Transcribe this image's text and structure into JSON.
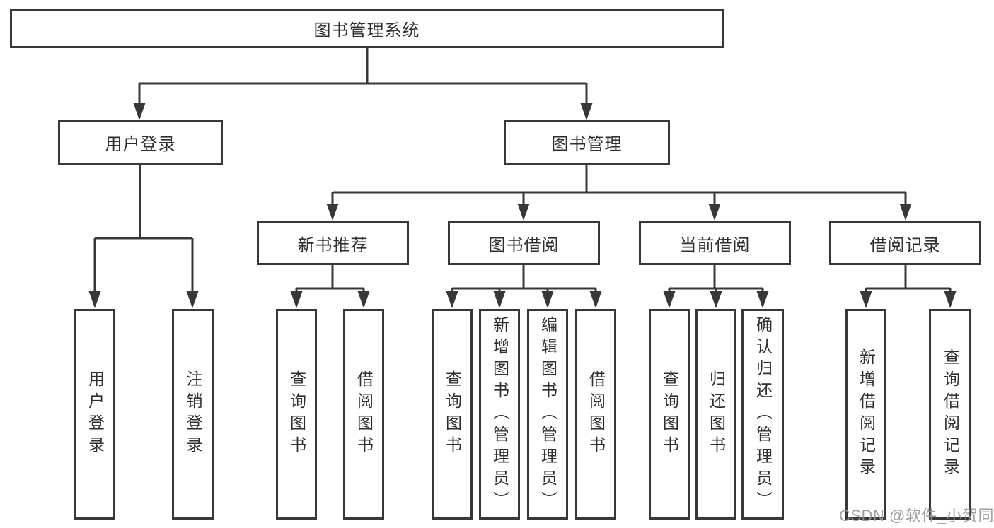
{
  "colors": {
    "line": "#383838",
    "text": "#2f2f2f",
    "box_background": "#ffffff",
    "page_background": "#ffffff",
    "watermark": "#969696"
  },
  "tree": {
    "root": {
      "label": "图书管理系统"
    },
    "level2": [
      {
        "label": "用户登录"
      },
      {
        "label": "图书管理"
      }
    ],
    "level3": [
      {
        "label": "新书推荐"
      },
      {
        "label": "图书借阅"
      },
      {
        "label": "当前借阅"
      },
      {
        "label": "借阅记录"
      }
    ],
    "leaves": {
      "user_login": [
        {
          "label": "用户登录"
        },
        {
          "label": "注销登录"
        }
      ],
      "new_book": [
        {
          "label": "查询图书"
        },
        {
          "label": "借阅图书"
        }
      ],
      "book_borrow": [
        {
          "label": "查询图书"
        },
        {
          "label": "新增图书（管理员）"
        },
        {
          "label": "编辑图书（管理员）"
        },
        {
          "label": "借阅图书"
        }
      ],
      "current_borrow": [
        {
          "label": "查询图书"
        },
        {
          "label": "归还图书"
        },
        {
          "label": "确认归还（管理员）"
        }
      ],
      "borrow_records": [
        {
          "label": "新增借阅记录"
        },
        {
          "label": "查询借阅记录"
        }
      ]
    }
  },
  "watermark": {
    "text": "CSDN @软件_小贺同学"
  }
}
